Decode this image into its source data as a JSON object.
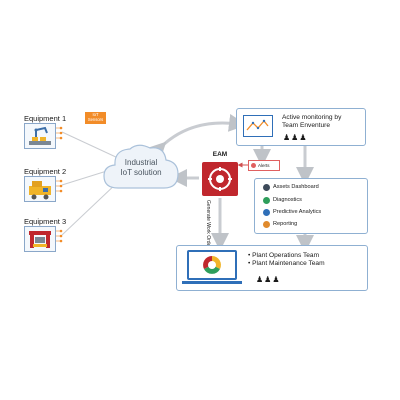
{
  "equipment": [
    {
      "label": "Equipment 1",
      "icon": "robot-arm-icon"
    },
    {
      "label": "Equipment 2",
      "icon": "machine-icon"
    },
    {
      "label": "Equipment 3",
      "icon": "press-icon"
    }
  ],
  "iot_tag": {
    "line1": "IoT",
    "line2": "Sensors"
  },
  "cloud": {
    "line1": "Industrial",
    "line2": "IoT solution"
  },
  "eam": {
    "label": "EAM"
  },
  "alerts": {
    "label": "Alerts"
  },
  "generate_work_orders": "Generate Work Orders",
  "monitoring_panel": {
    "line1": "Active monitoring by",
    "line2": "Team Enventure"
  },
  "services": [
    {
      "label": "Assets Dashboard",
      "icon": "dashboard-icon",
      "color": "#3d4a5a"
    },
    {
      "label": "Diagnostics",
      "icon": "chat-icon",
      "color": "#2e9e5b"
    },
    {
      "label": "Predictive Analytics",
      "icon": "analytics-icon",
      "color": "#2f6fb8"
    },
    {
      "label": "Reporting",
      "icon": "report-icon",
      "color": "#e08a2c"
    }
  ],
  "teams_panel": {
    "items": [
      "Plant Operations Team",
      "Plant Maintenance Team"
    ]
  },
  "colors": {
    "accent_blue": "#2f6fb8",
    "panel_border": "#8fb0d2",
    "connector_grey": "#c9ccd1",
    "eam_red": "#c0272d",
    "iot_orange": "#f28c28",
    "alert_red": "#e06060"
  }
}
